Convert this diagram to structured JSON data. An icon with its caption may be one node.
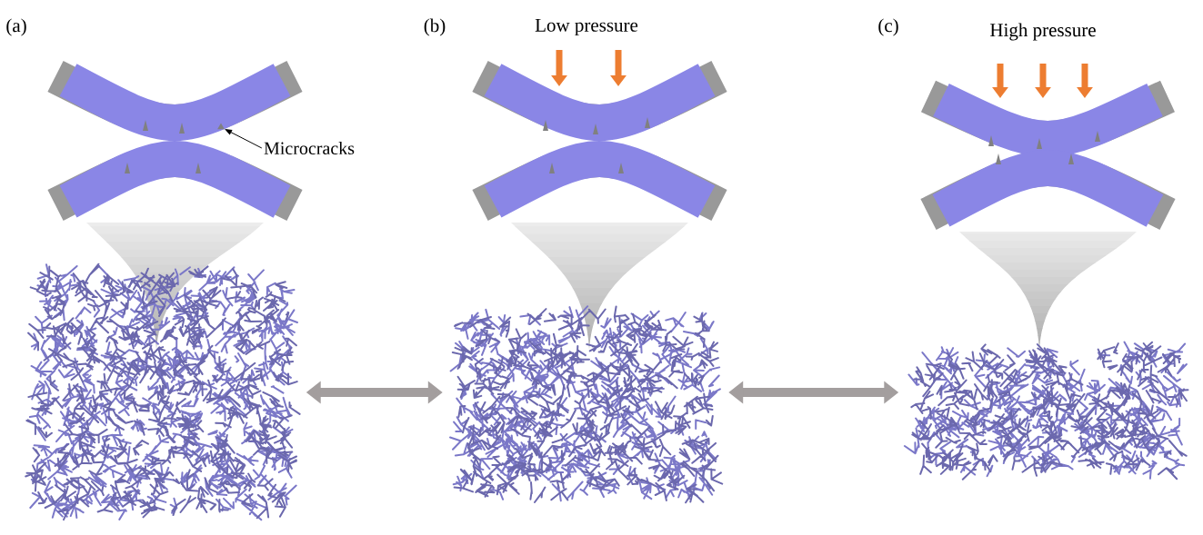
{
  "diagram": {
    "nodes": [
      {
        "text": [
          "Microcracks"
        ]
      },
      {
        "text": [],
        "shape": "picture"
      },
      {
        "text": [],
        "shape": "picture"
      },
      {
        "text": [],
        "shape": "picture"
      },
      {
        "text": [],
        "shape": "triangle"
      }
    ],
    "edges": [
      {
        "from": 0,
        "to": 4,
        "arrow": "to",
        "color": "#000000"
      },
      {
        "from": 1,
        "to": 2,
        "arrow": "both"
      },
      {
        "from": 2,
        "to": 3,
        "arrow": "both"
      }
    ],
    "labels": [
      "(a)",
      "(b)",
      "Low pressure",
      "(c)",
      "High pressure"
    ]
  }
}
